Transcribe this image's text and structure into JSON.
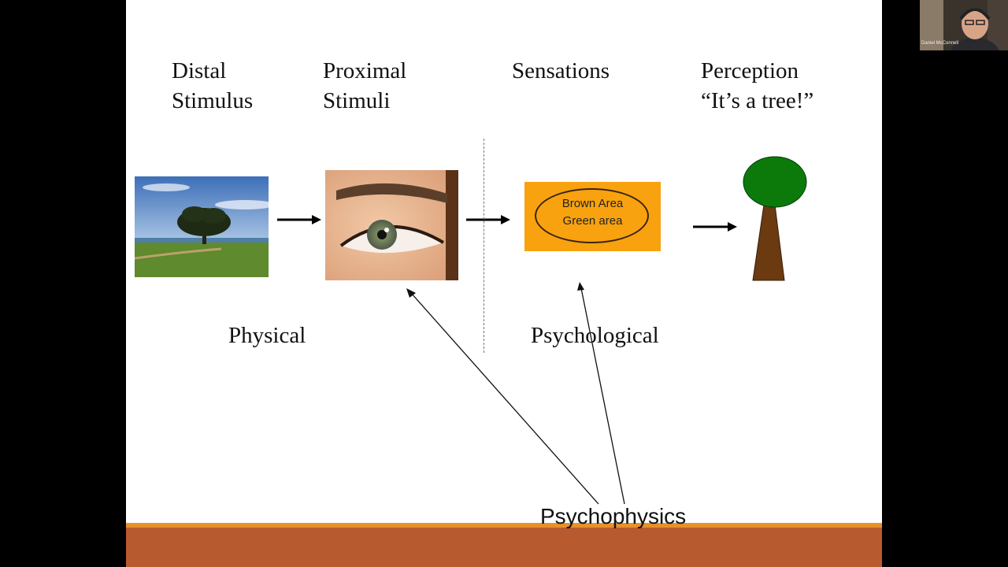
{
  "slide": {
    "stages": [
      {
        "line1": "Distal",
        "line2": "Stimulus"
      },
      {
        "line1": "Proximal",
        "line2": "Stimuli"
      },
      {
        "line1": "Sensations",
        "line2": ""
      },
      {
        "line1": "Perception",
        "line2": "“It’s a tree!”"
      }
    ],
    "region_physical": "Physical",
    "region_psychological": "Psychological",
    "sensation_box": {
      "line1": "Brown Area",
      "line2": "Green area"
    },
    "bottom_label": "Psychophysics"
  },
  "webcam": {
    "participant_name": "Daniel McConnell"
  },
  "colors": {
    "footer_band": "#b85a2f",
    "footer_line": "#e8902a",
    "sensation_box": "#f8a20f",
    "tree_top": "#0b7a0b",
    "tree_trunk": "#6b3a10"
  },
  "icons": {
    "distal": "tree-photo",
    "proximal": "eye-photo",
    "perception": "tree-drawing"
  }
}
